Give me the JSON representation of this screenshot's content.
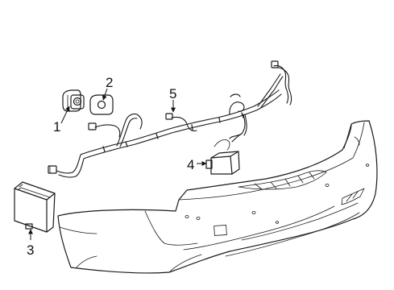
{
  "diagram": {
    "callouts": [
      {
        "id": 1,
        "label": "1"
      },
      {
        "id": 2,
        "label": "2"
      },
      {
        "id": 3,
        "label": "3"
      },
      {
        "id": 4,
        "label": "4"
      },
      {
        "id": 5,
        "label": "5"
      }
    ]
  }
}
